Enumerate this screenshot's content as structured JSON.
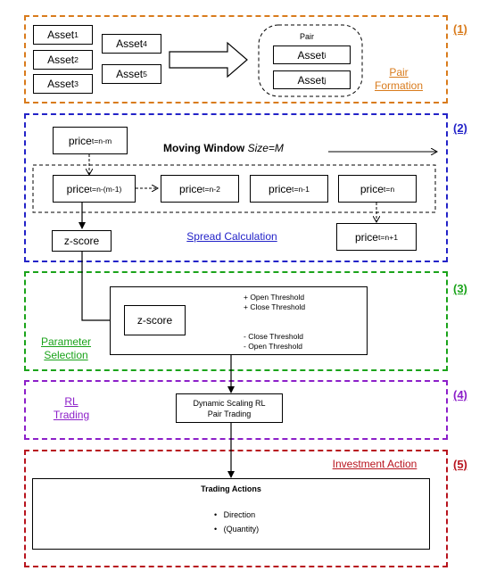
{
  "sections": {
    "s1": {
      "num": "(1)",
      "label_line1": "Pair",
      "label_line2": "Formation",
      "color": "#d97b1c"
    },
    "s2": {
      "num": "(2)",
      "label": "Spread Calculation",
      "color": "#2323c8"
    },
    "s3": {
      "num": "(3)",
      "label_line1": "Parameter",
      "label_line2": "Selection",
      "color": "#1aa31a"
    },
    "s4": {
      "num": "(4)",
      "label_line1": "RL",
      "label_line2": "Trading",
      "color": "#8c1fc9"
    },
    "s5": {
      "num": "(5)",
      "label": "Investment Action",
      "color": "#b8141e"
    }
  },
  "assets": {
    "a1": {
      "base": "Asset",
      "sub": "1"
    },
    "a2": {
      "base": "Asset",
      "sub": "2"
    },
    "a3": {
      "base": "Asset",
      "sub": "3"
    },
    "a4": {
      "base": "Asset",
      "sub": "4"
    },
    "a5": {
      "base": "Asset",
      "sub": "5"
    }
  },
  "pair": {
    "title": "Pair",
    "ai": {
      "base": "Asset",
      "sub": "i"
    },
    "aj": {
      "base": "Asset",
      "sub": "j"
    }
  },
  "window": {
    "title_bold": "Moving Window",
    "title_italic": "Size=M"
  },
  "prices": {
    "p_nm": {
      "base": "price",
      "sub": "t=n-m"
    },
    "p_nm1": {
      "base": "price",
      "sub": "t=n-(m-1)"
    },
    "p_n2": {
      "base": "price",
      "sub": "t=n-2"
    },
    "p_n1": {
      "base": "price",
      "sub": "t=n-1"
    },
    "p_n": {
      "base": "price",
      "sub": "t=n"
    },
    "p_np1": {
      "base": "price",
      "sub": "t=n+1"
    }
  },
  "zscore": {
    "s2": "z-score",
    "s3": "z-score"
  },
  "thresholds": {
    "plus_open": "+ Open Threshold",
    "plus_close": "+ Close Threshold",
    "minus_close": "- Close Threshold",
    "minus_open": "- Open Threshold"
  },
  "rl": {
    "line1": "Dynamic Scaling RL",
    "line2": "Pair Trading"
  },
  "actions": {
    "title": "Trading Actions",
    "items": [
      "Direction",
      "(Quantity)"
    ]
  }
}
